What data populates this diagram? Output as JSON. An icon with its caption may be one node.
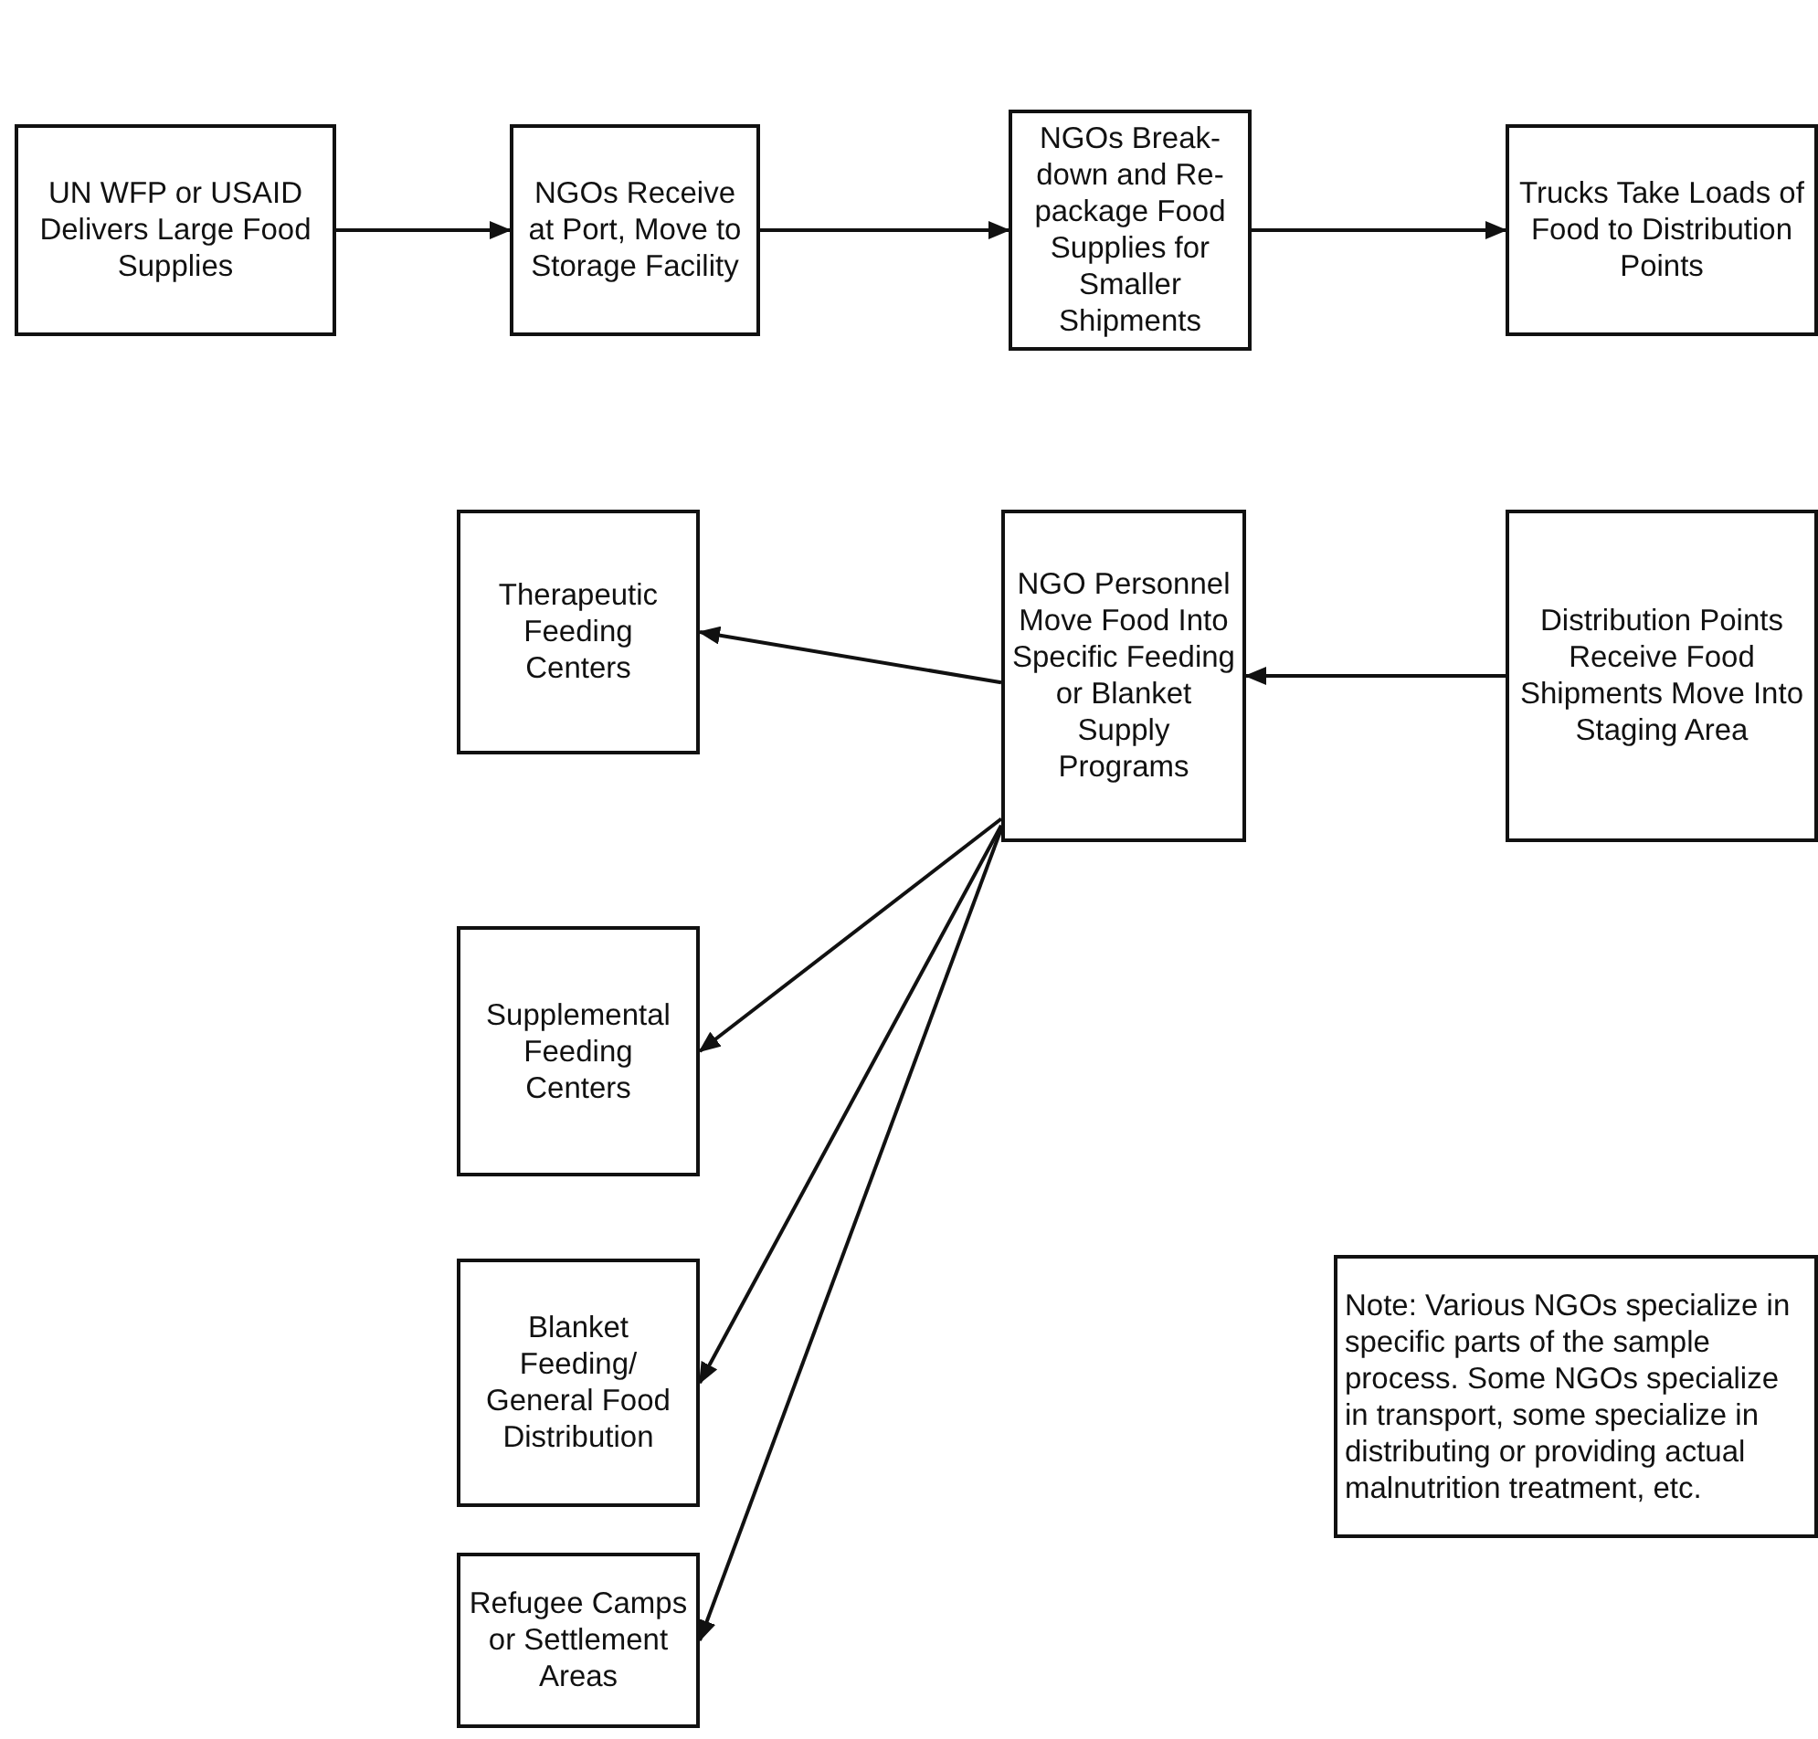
{
  "diagram": {
    "nodes": [
      {
        "text": [
          "UN WFP or USAID Delivers Large Food Supplies"
        ]
      },
      {
        "text": [
          "NGOs Receive at Port, Move to Storage Facility"
        ]
      },
      {
        "text": [
          "NGOs Break-down and Re-package Food Supplies for Smaller Shipments"
        ]
      },
      {
        "text": [
          "Trucks Take Loads of Food to Distribution Points"
        ]
      },
      {
        "text": [
          "Therapeutic Feeding Centers"
        ]
      },
      {
        "text": [
          "NGO Personnel Move Food Into Specific Feeding or Blanket Supply Programs"
        ]
      },
      {
        "text": [
          "Distribution Points Receive Food Shipments Move Into Staging Area"
        ]
      },
      {
        "text": [
          "Supplemental Feeding Centers"
        ]
      },
      {
        "text": [
          "Blanket Feeding/ General Food Distribution"
        ]
      },
      {
        "text": [
          "Refugee Camps or Settlement Areas"
        ]
      },
      {
        "text": [
          "Note: Various NGOs specialize in specific parts of the sample process. Some NGOs specialize in transport, some specialize in distributing or providing actual malnutrition treatment, etc."
        ]
      }
    ],
    "edges": [
      {
        "from": 0,
        "to": 1,
        "arrow": "to"
      },
      {
        "from": 1,
        "to": 2,
        "arrow": "to"
      },
      {
        "from": 2,
        "to": 3,
        "arrow": "to"
      },
      {
        "from": 6,
        "to": 5,
        "arrow": "to"
      },
      {
        "from": 5,
        "to": 4,
        "arrow": "to"
      },
      {
        "from": 5,
        "to": 7,
        "arrow": "to"
      },
      {
        "from": 5,
        "to": 8,
        "arrow": "to"
      },
      {
        "from": 5,
        "to": 9,
        "arrow": "to"
      }
    ]
  }
}
